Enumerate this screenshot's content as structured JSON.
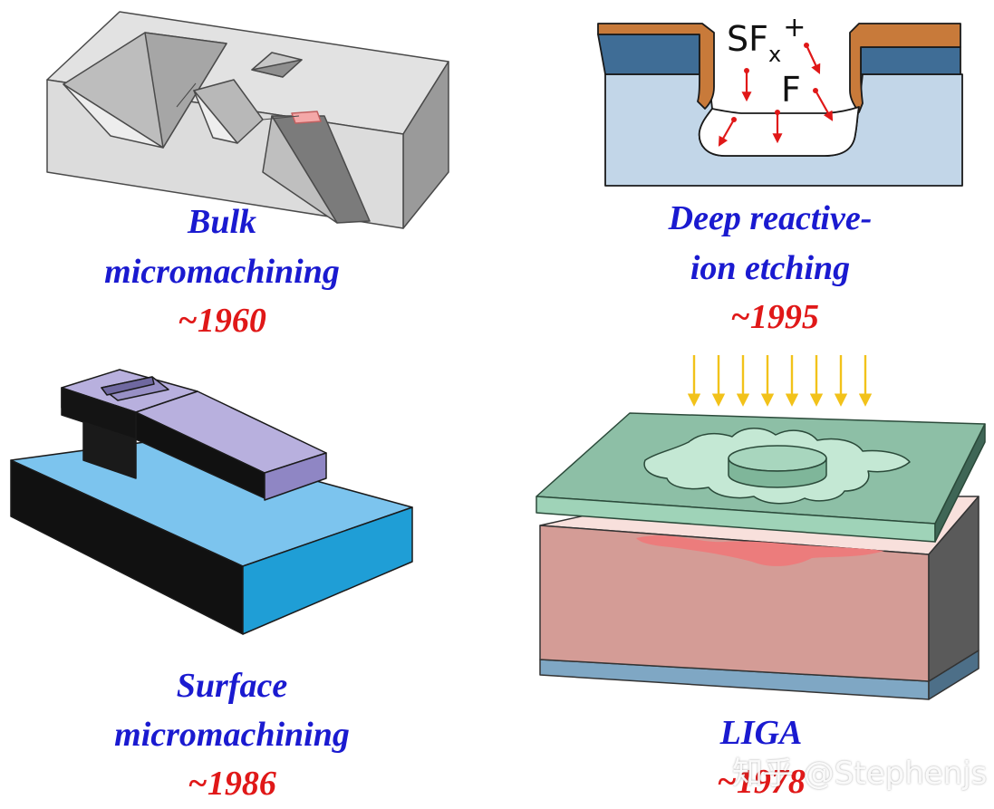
{
  "panels": {
    "bulk": {
      "line1": "Bulk",
      "line2": "micromachining",
      "year": "~1960"
    },
    "drie": {
      "line1": "Deep reactive-",
      "line2": "ion etching",
      "year": "~1995",
      "ion_label": "SF",
      "ion_sub": "x",
      "ion_sup": "+",
      "radical_label": "F"
    },
    "surface": {
      "line1": "Surface",
      "line2": "micromachining",
      "year": "~1986"
    },
    "liga": {
      "line1": "LIGA",
      "year": "~1978"
    }
  },
  "watermark": "知乎 @Stephenjs",
  "colors": {
    "title_blue": "#1a1ad0",
    "year_red": "#e01818",
    "silicon_gray": "#d9d9d9",
    "mask_orange": "#c87a3a",
    "mask_blue": "#3f6d96",
    "substrate_light_blue": "#c2d6e8",
    "surface_blue": "#39a6e0",
    "structure_lavender": "#b0a8d8",
    "liga_mask_green": "#84b59c",
    "liga_resist_pink": "#e4a8a0",
    "xray_yellow": "#f2c21a"
  },
  "icons": {
    "bulk": "silicon-block-with-etched-cavities",
    "drie": "etched-trench-cross-section",
    "surface": "cantilever-on-substrate",
    "liga": "gear-mask-over-resist"
  }
}
